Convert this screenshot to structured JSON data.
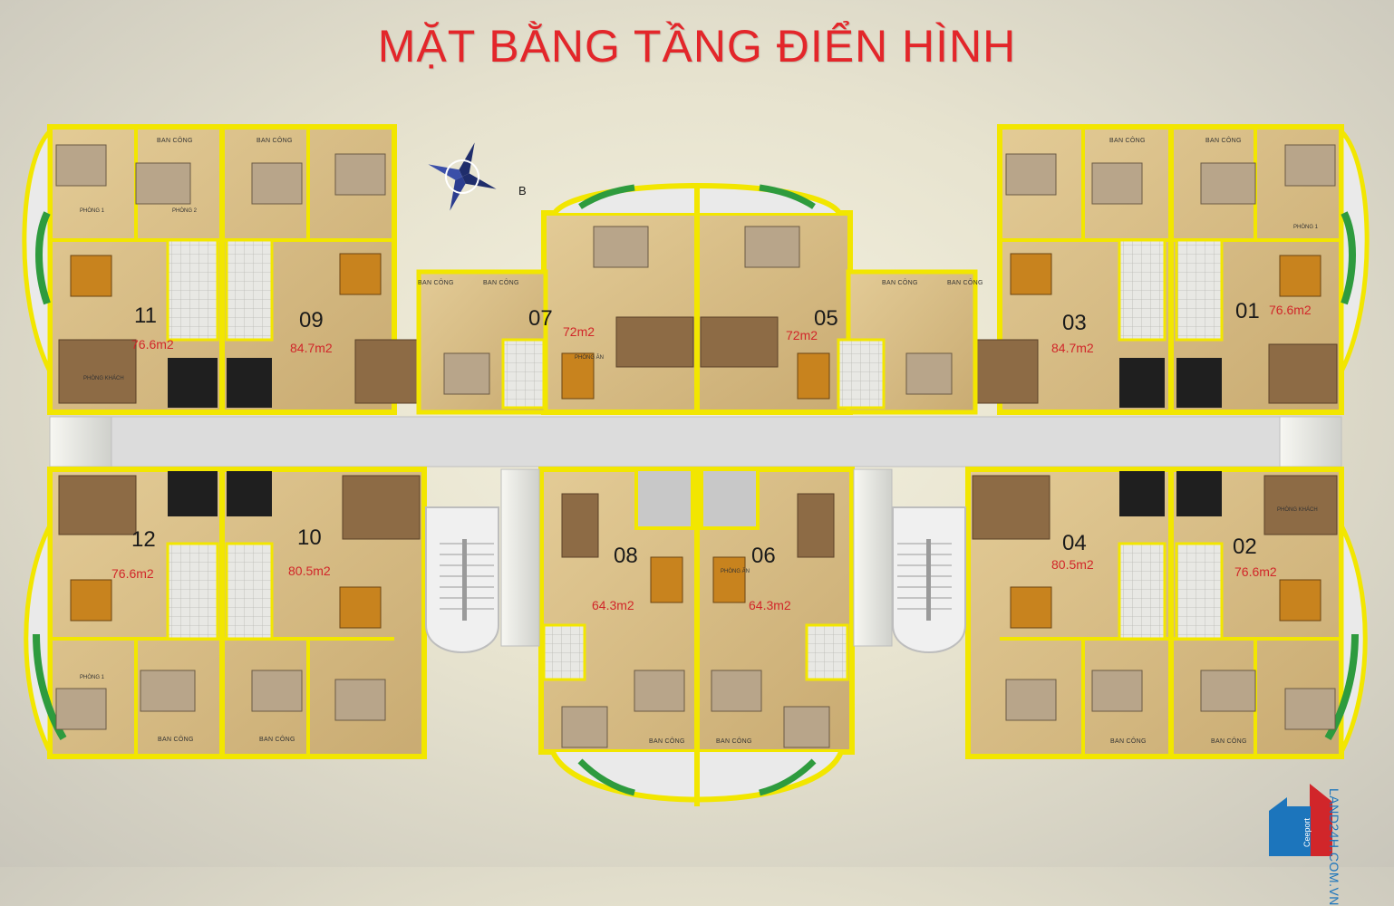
{
  "title": "MẶT BẰNG TẦNG ĐIỂN HÌNH",
  "compass_label": "B",
  "balcony_label": "BAN CÔNG",
  "room_labels": {
    "bedroom_1": "PHÒNG 1",
    "bedroom_2": "PHÒNG 2",
    "dining": "PHÒNG ĂN",
    "living": "PHÒNG KHÁCH"
  },
  "units": [
    {
      "number": "11",
      "area": "76.6m2"
    },
    {
      "number": "09",
      "area": "84.7m2"
    },
    {
      "number": "07",
      "area": "72m2"
    },
    {
      "number": "05",
      "area": "72m2"
    },
    {
      "number": "03",
      "area": "84.7m2"
    },
    {
      "number": "01",
      "area": "76.6m2"
    },
    {
      "number": "12",
      "area": "76.6m2"
    },
    {
      "number": "10",
      "area": "80.5m2"
    },
    {
      "number": "08",
      "area": "64.3m2"
    },
    {
      "number": "06",
      "area": "64.3m2"
    },
    {
      "number": "04",
      "area": "80.5m2"
    },
    {
      "number": "02",
      "area": "76.6m2"
    }
  ],
  "watermark": {
    "site": "LAND24H.COM.VN",
    "brand": "Ceeport"
  },
  "colors": {
    "title": "#e3262a",
    "wall": "#f2e600",
    "floor": "#d9c08a",
    "corridor": "#dcdcdc",
    "area_text": "#d1262a",
    "accent_green": "#2e9b3e"
  }
}
